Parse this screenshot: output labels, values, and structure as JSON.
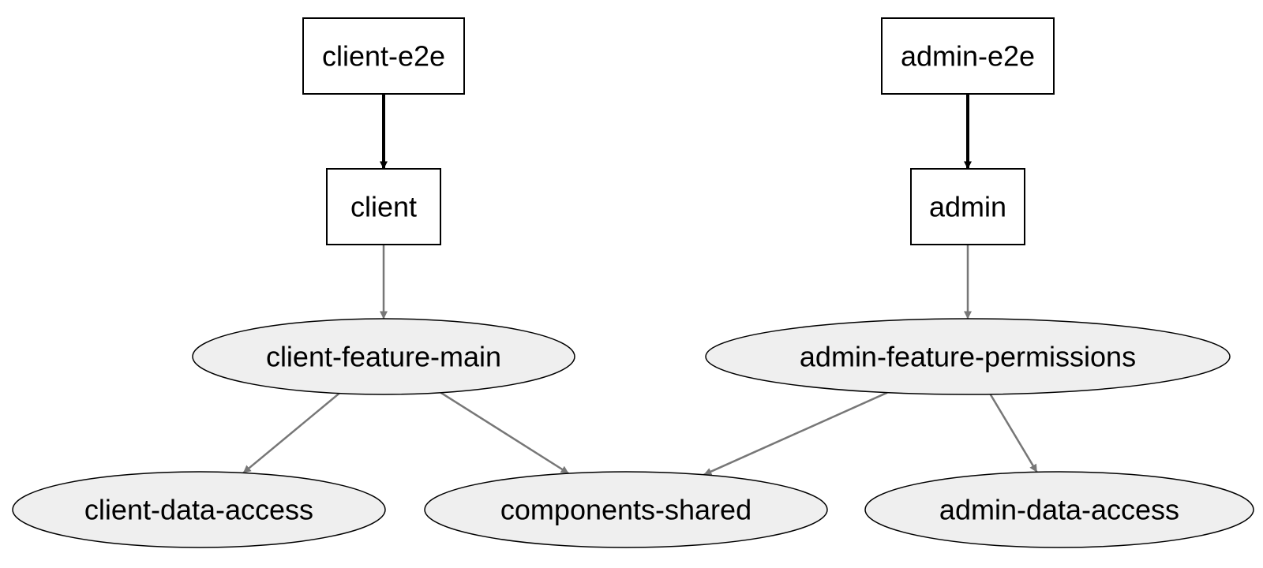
{
  "graph": {
    "nodes": [
      {
        "id": "client-e2e",
        "label": "client-e2e",
        "shape": "box"
      },
      {
        "id": "admin-e2e",
        "label": "admin-e2e",
        "shape": "box"
      },
      {
        "id": "client",
        "label": "client",
        "shape": "box"
      },
      {
        "id": "admin",
        "label": "admin",
        "shape": "box"
      },
      {
        "id": "client-feature-main",
        "label": "client-feature-main",
        "shape": "ellipse"
      },
      {
        "id": "admin-feature-permissions",
        "label": "admin-feature-permissions",
        "shape": "ellipse"
      },
      {
        "id": "client-data-access",
        "label": "client-data-access",
        "shape": "ellipse"
      },
      {
        "id": "components-shared",
        "label": "components-shared",
        "shape": "ellipse"
      },
      {
        "id": "admin-data-access",
        "label": "admin-data-access",
        "shape": "ellipse"
      }
    ],
    "edges": [
      {
        "from": "client-e2e",
        "to": "client",
        "style": "implicit"
      },
      {
        "from": "admin-e2e",
        "to": "admin",
        "style": "implicit"
      },
      {
        "from": "client",
        "to": "client-feature-main",
        "style": "normal"
      },
      {
        "from": "admin",
        "to": "admin-feature-permissions",
        "style": "normal"
      },
      {
        "from": "client-feature-main",
        "to": "client-data-access",
        "style": "normal"
      },
      {
        "from": "client-feature-main",
        "to": "components-shared",
        "style": "normal"
      },
      {
        "from": "admin-feature-permissions",
        "to": "components-shared",
        "style": "normal"
      },
      {
        "from": "admin-feature-permissions",
        "to": "admin-data-access",
        "style": "normal"
      }
    ],
    "colors": {
      "box_stroke": "#000000",
      "box_fill": "#ffffff",
      "ellipse_fill": "#efefef",
      "ellipse_stroke": "#000000",
      "implicit_edge": "#000000",
      "normal_edge": "#777777"
    }
  }
}
